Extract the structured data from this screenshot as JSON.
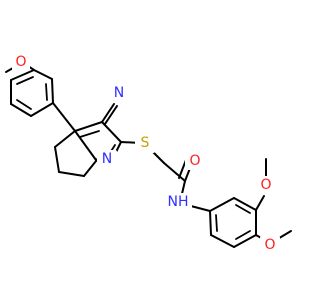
{
  "molecule": {
    "atoms": {
      "n_cyano": "N",
      "n_pyridine": "N",
      "s": "S",
      "o_carbonyl": "O",
      "nh": "NH",
      "o_methoxy_top": "O",
      "o_methoxy_right_upper": "O",
      "o_methoxy_right_lower": "O"
    },
    "colors": {
      "bond": "#000000",
      "nitrogen": "#3030ff",
      "oxygen": "#ff2020",
      "sulfur": "#c8a000"
    }
  }
}
